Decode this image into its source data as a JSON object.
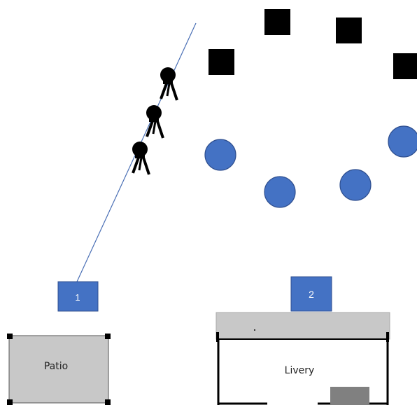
{
  "colors": {
    "background": "#ffffff",
    "sight_line": "#4a6fb5",
    "square_marker": "#000000",
    "circle_fill": "#4472c4",
    "circle_stroke": "#2f4f8f",
    "label_box": "#4472c4",
    "building_fill": "#c8c8c8",
    "wall": "#000000",
    "door_block": "#808080"
  },
  "markers": {
    "one": "1",
    "two": "2"
  },
  "buildings": {
    "patio": "Patio",
    "livery": "Livery"
  },
  "icons": {
    "square": "black-square-icon",
    "circle": "blue-circle-icon",
    "figure": "standing-figure-icon"
  }
}
